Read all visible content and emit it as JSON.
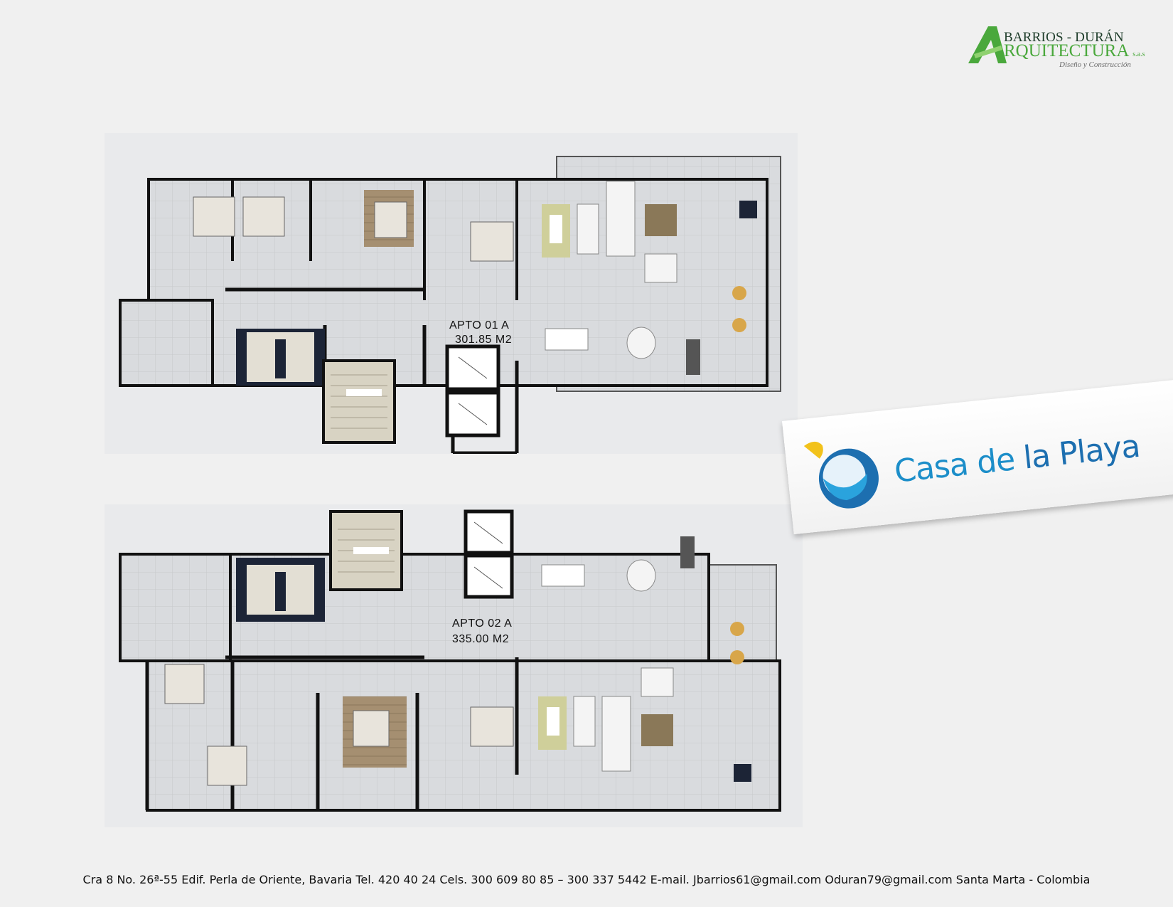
{
  "company": {
    "name_line1": "BARRIOS - DURÁN",
    "name_line2": "RQUITECTURA",
    "suffix": "s.a.s",
    "tagline": "Diseño y Construcción",
    "colors": {
      "green": "#4aa83c",
      "dark": "#1e3d2a"
    }
  },
  "units": [
    {
      "label": "APTO 01 A",
      "area": "301.85 M2"
    },
    {
      "label": "APTO 02 A",
      "area": "335.00 M2"
    }
  ],
  "project": {
    "brand_light": "Casa de ",
    "brand_dark": "la Playa",
    "colors": {
      "blue": "#1c8ec9",
      "yellow": "#f2c21b"
    }
  },
  "footer": {
    "text": "Cra 8 No. 26ª-55 Edif. Perla de Oriente, Bavaria Tel.  420 40 24 Cels.  300 609 80 85 – 300 337 5442 E-mail.  Jbarrios61@gmail.com Oduran79@gmail.com Santa Marta - Colombia"
  }
}
